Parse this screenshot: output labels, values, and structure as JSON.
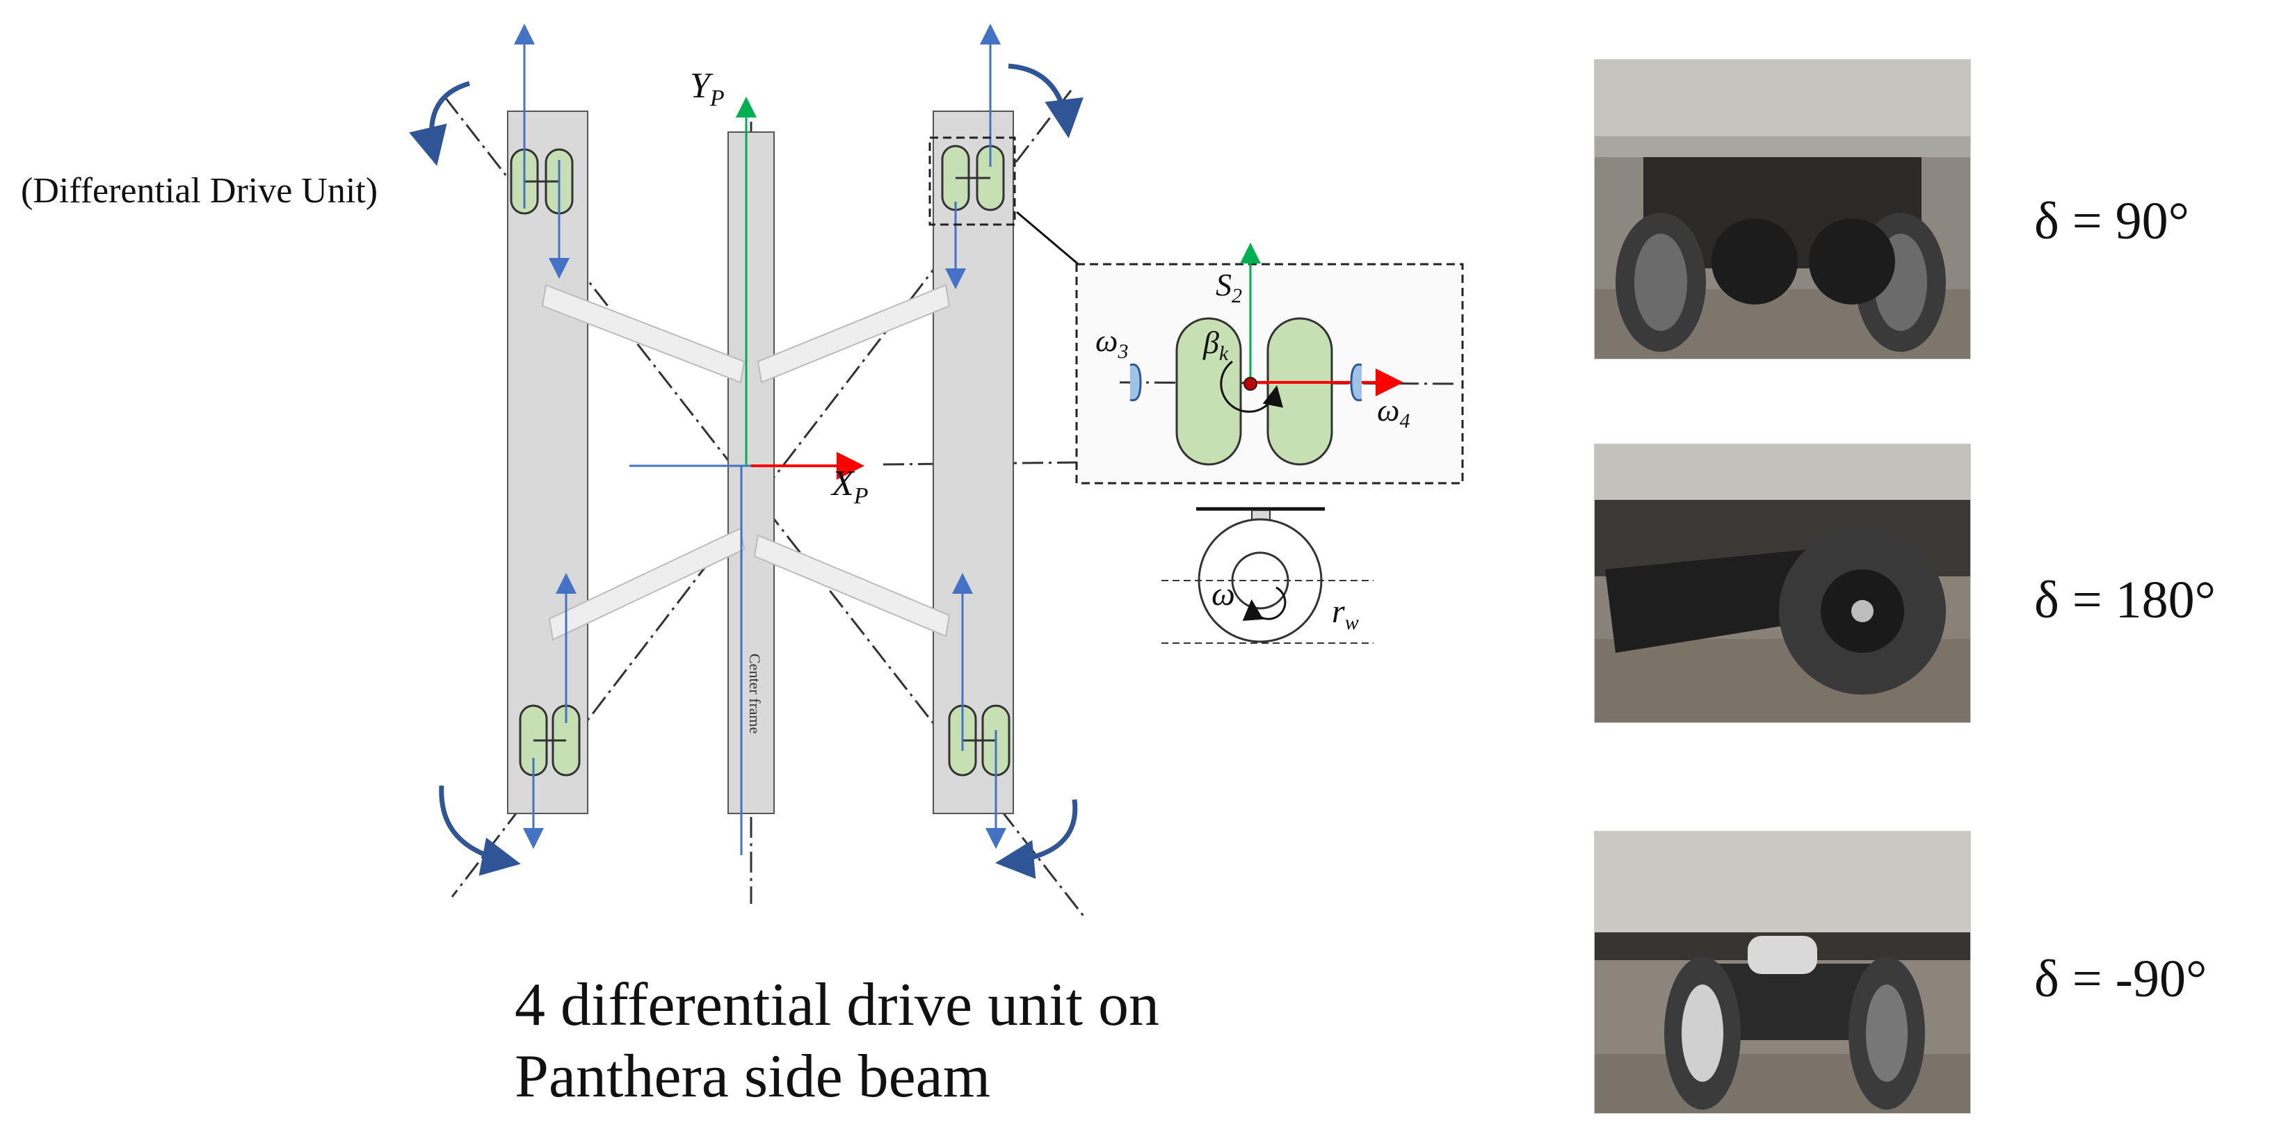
{
  "diagram": {
    "unit_label": "(Differential Drive Unit)",
    "caption_line1": "4 differential drive unit on",
    "caption_line2": "Panthera side beam",
    "axis_y": "Y",
    "axis_y_sub": "P",
    "axis_x": "X",
    "axis_x_sub": "P",
    "center_frame_label": "Center frame",
    "detail": {
      "s": "S",
      "s_sub": "2",
      "omega3": "ω",
      "omega3_sub": "3",
      "omega4": "ω",
      "omega4_sub": "4",
      "beta": "β",
      "beta_sub": "k",
      "omega": "ω",
      "radius": "r",
      "radius_sub": "w"
    },
    "colors": {
      "beam_fill": "#d9d9d9",
      "wheel_fill": "#c6e0b4",
      "y_axis": "#00b050",
      "x_axis": "#ff0000",
      "arrow_blue": "#4472c4",
      "rotation_arrow": "#2f5597"
    }
  },
  "photos": [
    {
      "label": "δ = 90°"
    },
    {
      "label": "δ = 180°"
    },
    {
      "label": "δ = -90°"
    }
  ]
}
